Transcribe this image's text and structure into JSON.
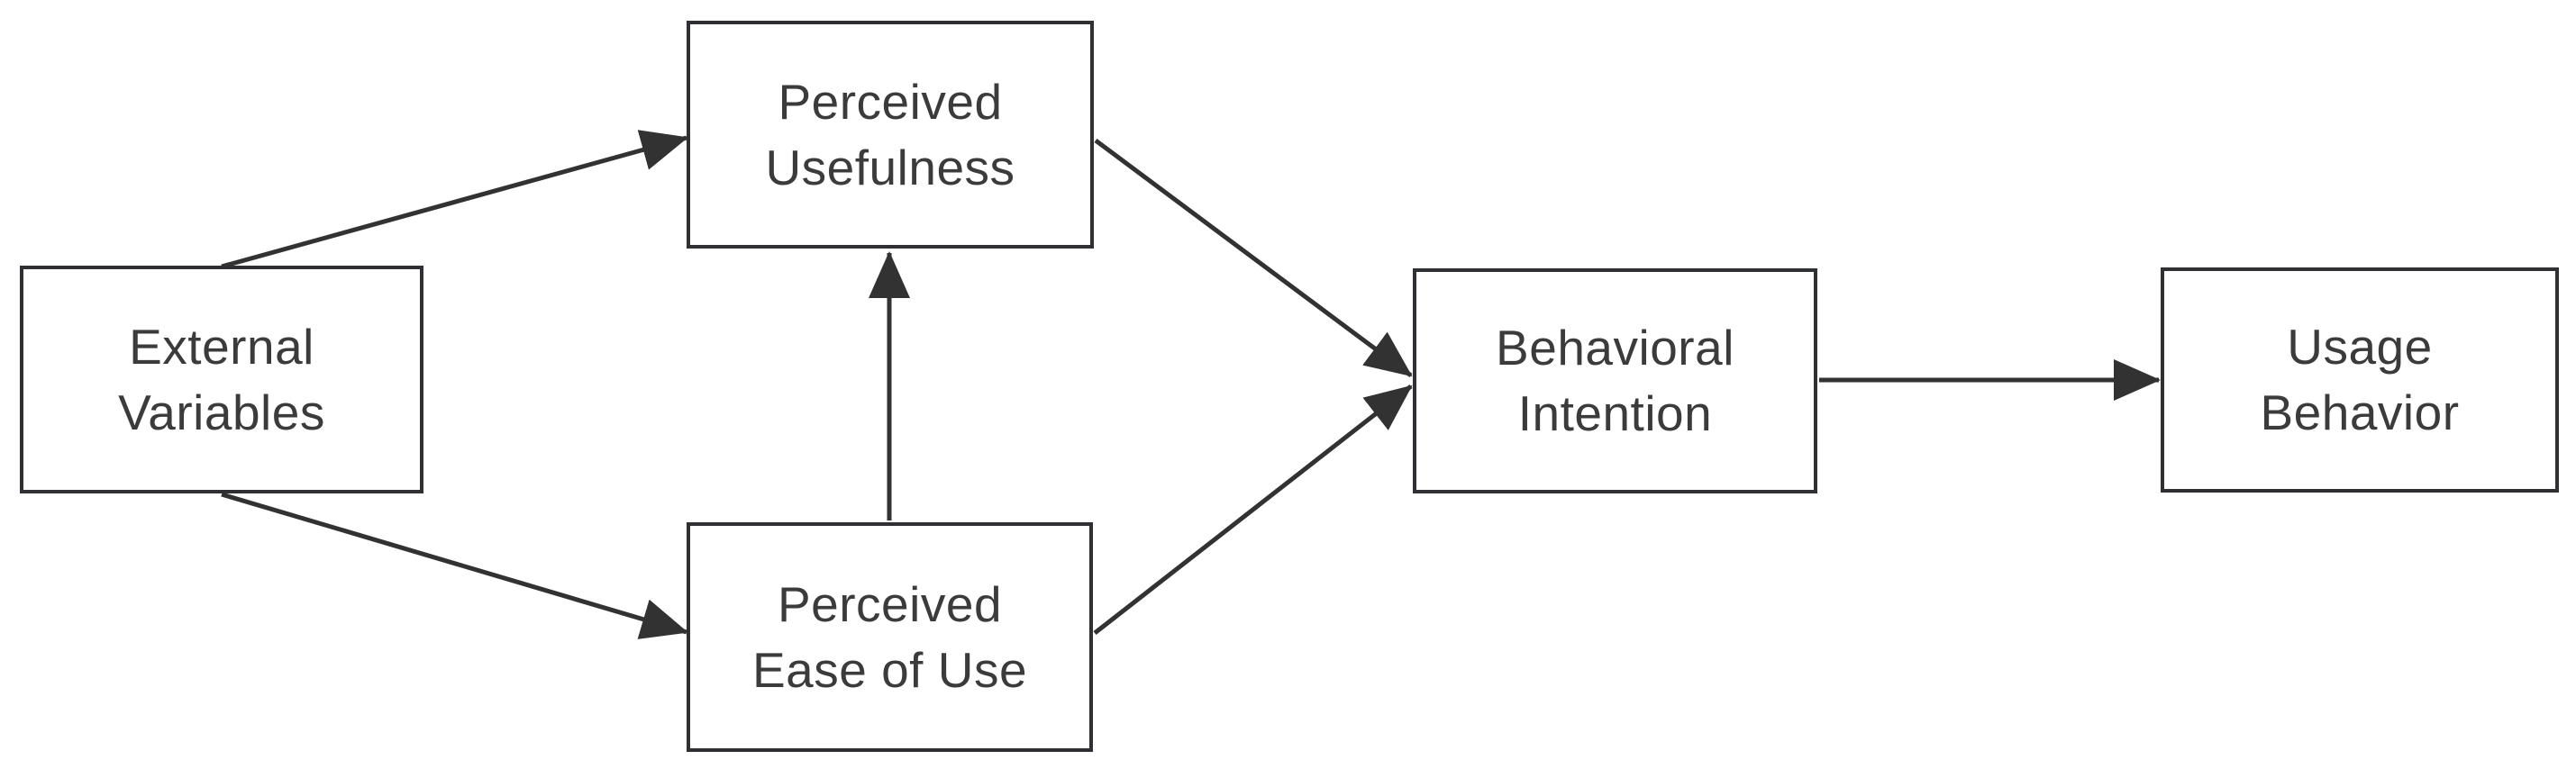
{
  "theme": {
    "background": "#ffffff",
    "node_fill": "#ffffff",
    "node_border": "#2e3033",
    "arrow_color": "#323232",
    "text_color": "#3b3b3b"
  },
  "diagram": {
    "type": "flowchart",
    "nodes": [
      {
        "id": "external-variables",
        "label": "External\nVariables"
      },
      {
        "id": "perceived-usefulness",
        "label": "Perceived\nUsefulness"
      },
      {
        "id": "perceived-ease-of-use",
        "label": "Perceived\nEase of Use"
      },
      {
        "id": "behavioral-intention",
        "label": "Behavioral\nIntention"
      },
      {
        "id": "usage-behavior",
        "label": "Usage\nBehavior"
      }
    ],
    "edges": [
      {
        "from": "external-variables",
        "to": "perceived-usefulness"
      },
      {
        "from": "external-variables",
        "to": "perceived-ease-of-use"
      },
      {
        "from": "perceived-ease-of-use",
        "to": "perceived-usefulness"
      },
      {
        "from": "perceived-usefulness",
        "to": "behavioral-intention"
      },
      {
        "from": "perceived-ease-of-use",
        "to": "behavioral-intention"
      },
      {
        "from": "behavioral-intention",
        "to": "usage-behavior"
      }
    ]
  }
}
